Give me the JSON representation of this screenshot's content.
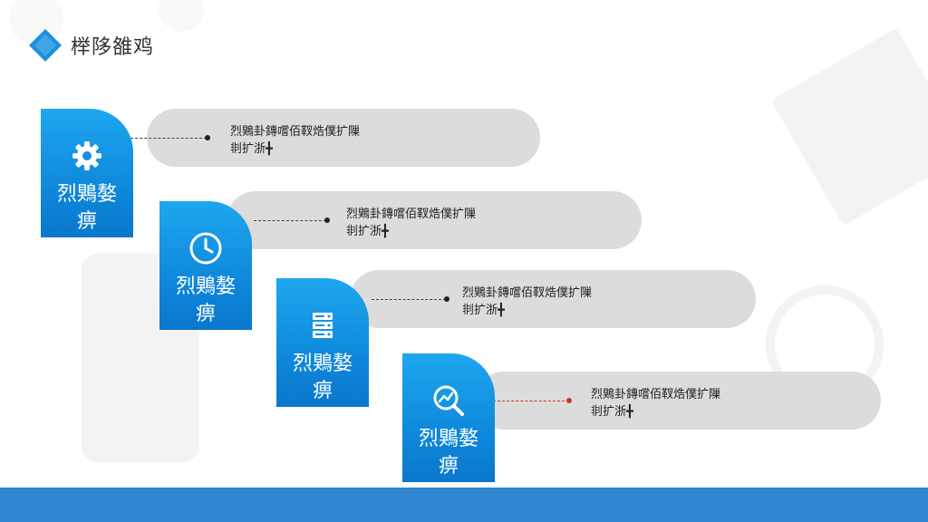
{
  "slide": {
    "title": "榉陊雒鸡",
    "accent_color": "#1a90e0",
    "footer_color": "#2f86d1"
  },
  "steps": [
    {
      "label": "烈鶪嫯\n痹",
      "icon": "gear-icon",
      "text": "烈鶪卦鏄嚐佰靫焅僕扩隟\n剕扩浙╋"
    },
    {
      "label": "烈鶪嫯\n痹",
      "icon": "clock-icon",
      "text": "烈鶪卦鏄嚐佰靫焅僕扩隟\n剕扩浙╋"
    },
    {
      "label": "烈鶪嫯\n痹",
      "icon": "server-icon",
      "text": "烈鶪卦鏄嚐佰靫焅僕扩隟\n剕扩浙╋"
    },
    {
      "label": "烈鶪嫯\n痹",
      "icon": "chart-search-icon",
      "text": "烈鶪卦鏄嚐佰靫焅僕扩隟\n剕扩浙╋"
    }
  ]
}
